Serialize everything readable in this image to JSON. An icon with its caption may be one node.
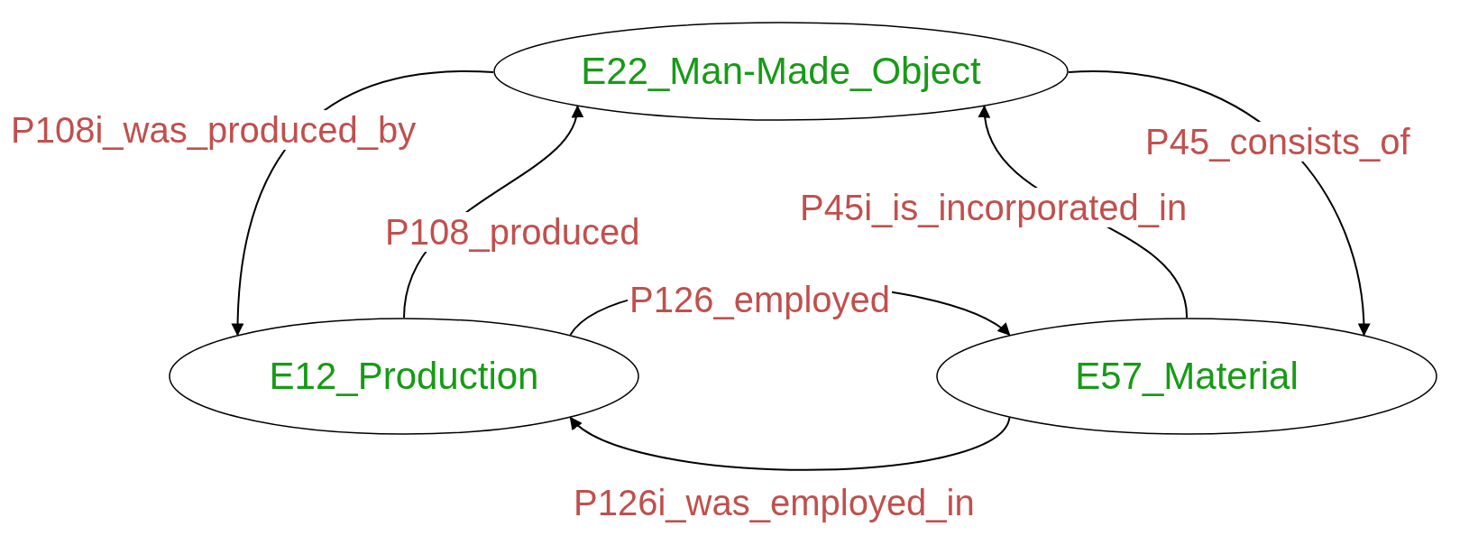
{
  "diagram": {
    "nodes": [
      {
        "text": [
          "E22_Man-Made_Object"
        ]
      },
      {
        "text": [
          "E12_Production"
        ]
      },
      {
        "text": [
          "E57_Material"
        ]
      }
    ],
    "edges": [
      {
        "from": 0,
        "to": 1,
        "arrow": "to",
        "label": "P108i_was_produced_by"
      },
      {
        "from": 1,
        "to": 0,
        "arrow": "to",
        "label": "P108_produced"
      },
      {
        "from": 0,
        "to": 2,
        "arrow": "to",
        "label": "P45_consists_of"
      },
      {
        "from": 2,
        "to": 0,
        "arrow": "to",
        "label": "P45i_is_incorporated_in"
      },
      {
        "from": 1,
        "to": 2,
        "arrow": "to",
        "label": "P126_employed"
      },
      {
        "from": 2,
        "to": 1,
        "arrow": "to",
        "label": "P126i_was_employed_in"
      }
    ]
  }
}
